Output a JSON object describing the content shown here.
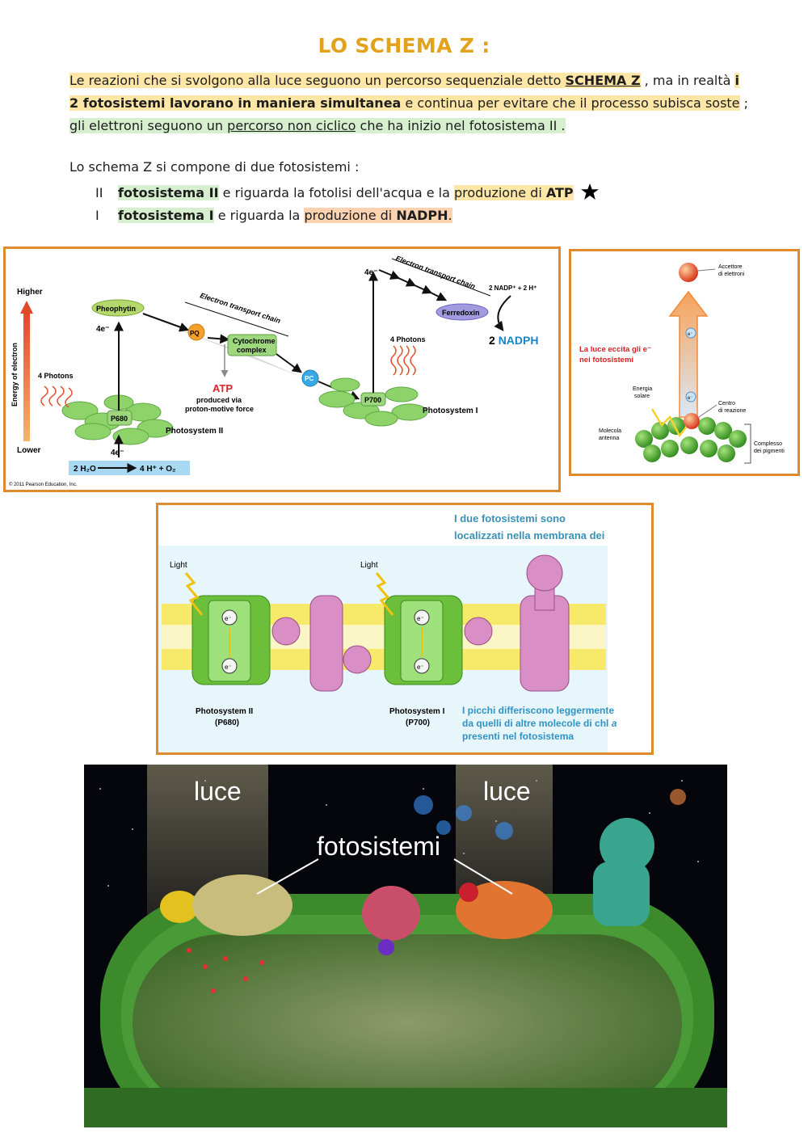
{
  "page": {
    "title": "LO SCHEMA Z :",
    "para": {
      "s1": "Le reazioni che si svolgono alla luce seguono un percorso sequenziale detto ",
      "s2": "SCHEMA Z",
      "s3": " , ma in realtà ",
      "s4": "i 2 fotosistemi lavorano in maniera simultanea",
      "s5": " e continua per evitare che il processo subisca soste",
      "s6": " ; ",
      "s7": "gli elettroni seguono un ",
      "s8": "percorso non ciclico",
      "s9": " che ha inizio nel fotosistema II ."
    },
    "intro": "Lo schema Z si compone di due fotosistemi :",
    "list": [
      {
        "num": "II",
        "bold": "fotosistema II",
        "text": " e riguarda la fotolisi dell'acqua e la ",
        "hl": "produzione di ",
        "hl_bold": "ATP"
      },
      {
        "num": "I",
        "bold": "fotosistema I",
        "text": " e riguarda la ",
        "hl": "produzione di ",
        "hl_bold": "NADPH",
        "tail": "."
      }
    ]
  },
  "zscheme": {
    "higher": "Higher",
    "lower": "Lower",
    "energy_axis": "Energy of electron",
    "pheophytin": "Pheophytin",
    "e4": "4e⁻",
    "photons4": "4 Photons",
    "p680": "P680",
    "ps2": "Photosystem II",
    "water": "2 H₂O",
    "water_products": "4 H⁺ + O₂",
    "etc": "Electron transport chain",
    "pq": "PQ",
    "cyt1": "Cytochrome",
    "cyt2": "complex",
    "atp": "ATP",
    "atp_sub1": "produced via",
    "atp_sub2": "proton-motive force",
    "pc": "PC",
    "p700": "P700",
    "ps1": "Photosystem I",
    "ferredoxin": "Ferredoxin",
    "nadp": "2 NADP⁺  +  2 H⁺",
    "nadph_n": "2 ",
    "nadph": "NADPH",
    "copyright": "© 2011 Pearson Education, Inc."
  },
  "reaction_center": {
    "acceptor1": "Accettore",
    "acceptor2": "di elettroni",
    "note1": "La luce eccita gli e⁻",
    "note2": "nei fotosistemi",
    "solar1": "Energia",
    "solar2": "solare",
    "center1": "Centro",
    "center2": "di reazione",
    "antenna1": "Molecola",
    "antenna2": "antenna",
    "complex1": "Complesso",
    "complex2": "dei pigmenti",
    "electron": "e⁻"
  },
  "membrane": {
    "top1": "I due fotosistemi sono",
    "top2": "localizzati nella membrana dei",
    "light": "Light",
    "ps2a": "Photosystem II",
    "ps2b": "(P680)",
    "ps1a": "Photosystem I",
    "ps1b": "(P700)",
    "bottom1": "I picchi differiscono leggermente",
    "bottom2a": "da quelli di altre molecole di chl ",
    "bottom2b": "a",
    "bottom3": "presenti nel fotosistema",
    "electron": "e⁻"
  },
  "render3d": {
    "luce": "luce",
    "fotosistemi": "fotosistemi"
  },
  "colors": {
    "title": "#e2a21a",
    "frame": "#e08a2e",
    "highlight_yellow": "#fde6a6",
    "highlight_green": "#d6efcf",
    "highlight_orange": "#fbd3b0"
  }
}
